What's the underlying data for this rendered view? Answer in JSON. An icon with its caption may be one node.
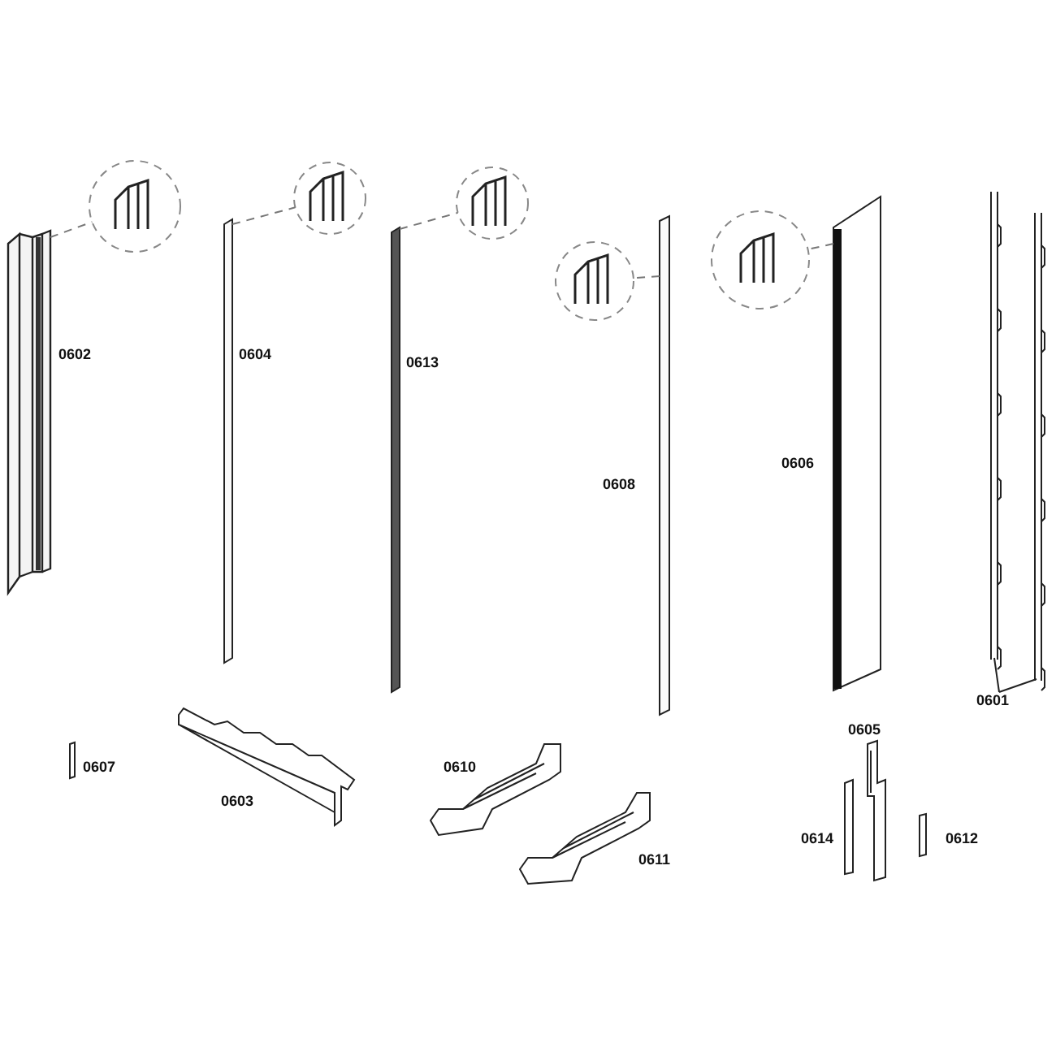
{
  "diagram": {
    "nodes": [
      {
        "text": [
          "0601"
        ]
      },
      {
        "text": [],
        "shape": "picture"
      },
      {
        "text": [],
        "shape": "picture"
      },
      {
        "text": [],
        "shape": "bar",
        "beside": [
          "0602"
        ]
      },
      {
        "text": [],
        "shape": "circle"
      },
      {
        "text": [],
        "shape": "bar",
        "beside": [
          "0604"
        ]
      },
      {
        "text": [],
        "shape": "circle"
      },
      {
        "text": [],
        "shape": "bar",
        "beside": [
          "0613"
        ]
      },
      {
        "text": [],
        "shape": "circle"
      },
      {
        "text": [],
        "shape": "bar",
        "beside": [
          "0608"
        ]
      },
      {
        "text": [],
        "shape": "circle"
      },
      {
        "text": [],
        "shape": "picture",
        "beside": [
          "0606"
        ]
      },
      {
        "text": [],
        "shape": "circle"
      }
    ],
    "edges": [
      {
        "from": 0,
        "to": 1,
        "arrow": "none"
      },
      {
        "from": 0,
        "to": 2,
        "arrow": "none"
      },
      {
        "from": 3,
        "to": 4,
        "arrow": "none",
        "style": "dashed"
      },
      {
        "from": 5,
        "to": 6,
        "arrow": "none",
        "style": "dashed"
      },
      {
        "from": 7,
        "to": 8,
        "arrow": "none",
        "style": "dashed"
      },
      {
        "from": 9,
        "to": 10,
        "arrow": "none",
        "style": "dashed"
      },
      {
        "from": 11,
        "to": 12,
        "arrow": "none",
        "style": "dashed"
      }
    ],
    "labels": [
      "0605",
      "0607",
      "0610",
      "0603",
      "0614",
      "0612",
      "0611"
    ]
  }
}
